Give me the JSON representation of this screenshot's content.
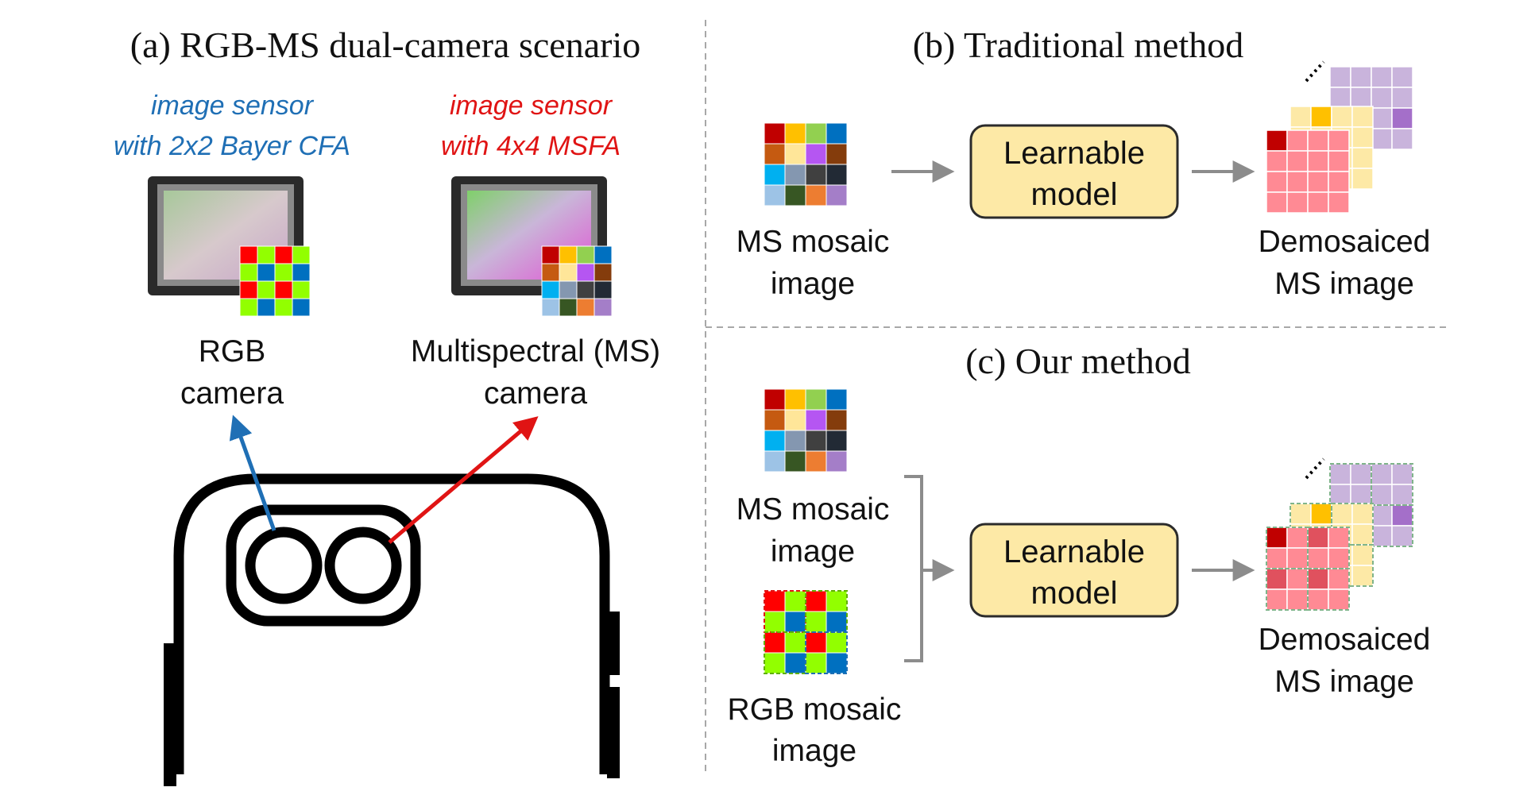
{
  "colors": {
    "blue_annotation": "#1f6fb5",
    "red_annotation": "#e01414",
    "model_fill": "#fde9a6",
    "model_stroke": "#2b2b2b",
    "arrow_gray": "#8c8c8c",
    "divider_gray": "#a8a8a8",
    "phone_outline": "#000000"
  },
  "panel_a": {
    "title": "(a) RGB-MS dual-camera scenario",
    "rgb_sensor_label": [
      "image sensor",
      "with 2x2 Bayer CFA"
    ],
    "ms_sensor_label": [
      "image sensor",
      "with 4x4 MSFA"
    ],
    "rgb_camera_label": [
      "RGB",
      "camera"
    ],
    "ms_camera_label": [
      "Multispectral (MS)",
      "camera"
    ],
    "icons": [
      "rgb-image-sensor-icon",
      "ms-image-sensor-icon",
      "smartphone-back-icon"
    ]
  },
  "panel_b": {
    "title": "(b) Traditional method",
    "input_label": [
      "MS mosaic",
      "image"
    ],
    "model_label": [
      "Learnable",
      "model"
    ],
    "output_label": [
      "Demosaiced",
      "MS image"
    ]
  },
  "panel_c": {
    "title": "(c) Our method",
    "input_ms_label": [
      "MS mosaic",
      "image"
    ],
    "input_rgb_label": [
      "RGB mosaic",
      "image"
    ],
    "model_label": [
      "Learnable",
      "model"
    ],
    "output_label": [
      "Demosaiced",
      "MS image"
    ]
  },
  "msfa_colors": [
    [
      "#c00000",
      "#ffc000",
      "#92d050",
      "#0070c0"
    ],
    [
      "#c55a11",
      "#ffe699",
      "#b556f2",
      "#843c0c"
    ],
    [
      "#00b0f0",
      "#8497b0",
      "#404040",
      "#222a35"
    ],
    [
      "#9dc3e6",
      "#375623",
      "#ed7d31",
      "#a47ec8"
    ]
  ],
  "bayer_colors": [
    [
      "#ff0000",
      "#92ff00"
    ],
    [
      "#92ff00",
      "#0070c0"
    ]
  ],
  "stack_colors": {
    "back": "#c9b4dc",
    "back_accent": "#a46fc9",
    "middle": "#fde9a6",
    "middle_accent": "#ffc000",
    "front": "#ff8a94",
    "front_accent": "#c00000",
    "front_dark": "#e0515e"
  }
}
